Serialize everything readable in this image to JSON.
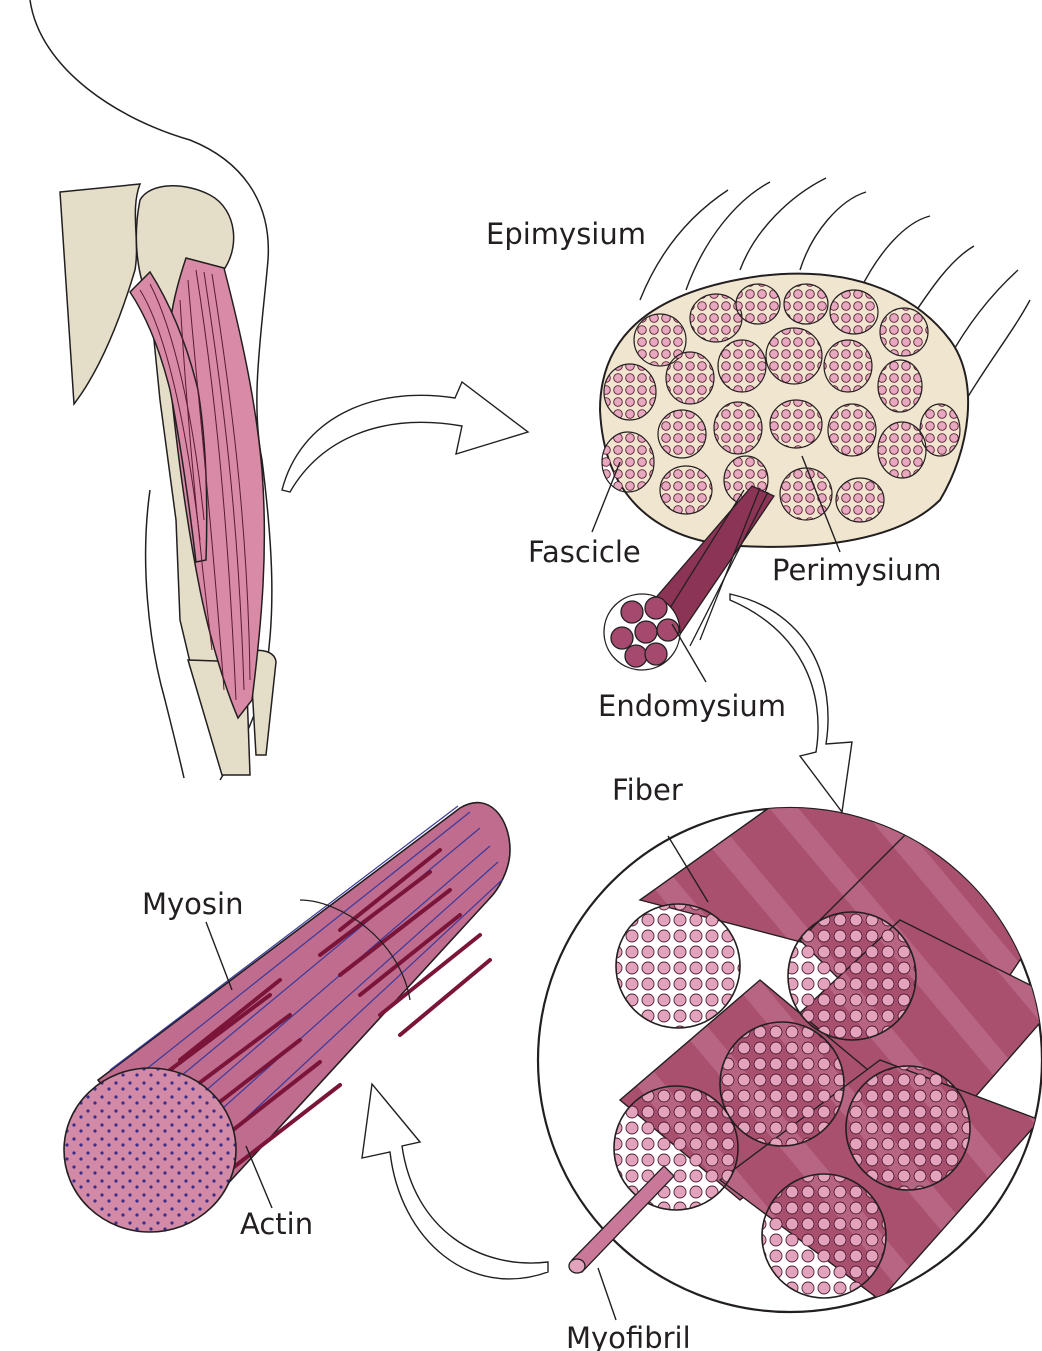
{
  "labels": {
    "epimysium": "Epimysium",
    "fascicle": "Fascicle",
    "perimysium": "Perimysium",
    "endomysium": "Endomysium",
    "fiber": "Fiber",
    "myosin": "Myosin",
    "actin": "Actin",
    "myofibril": "Myofibril"
  },
  "colors": {
    "bone": "#e4dec8",
    "muscle": "#d98aa6",
    "fascicle_fill": "#c9789a",
    "connective": "#f0e6cf",
    "fiber": "#a54a6e",
    "fiber_end": "#d592ad",
    "filament_body": "#c06c8e",
    "myosin": "#7a1438",
    "actin": "#3a3a9a",
    "outline": "#231f20"
  }
}
